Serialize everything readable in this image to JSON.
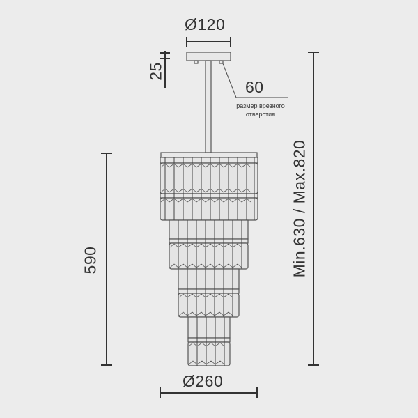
{
  "drawing": {
    "canopy_diameter": "Ø120",
    "canopy_height": "25",
    "mount_hole": "60",
    "mount_hole_caption_line1": "размер врезного",
    "mount_hole_caption_line2": "отверстия",
    "body_height": "590",
    "total_height": "Min.630 / Max.820",
    "body_diameter": "Ø260"
  },
  "colors": {
    "background": "#ececec",
    "line": "#333333",
    "crystal_fill": "#e4e4e4"
  }
}
